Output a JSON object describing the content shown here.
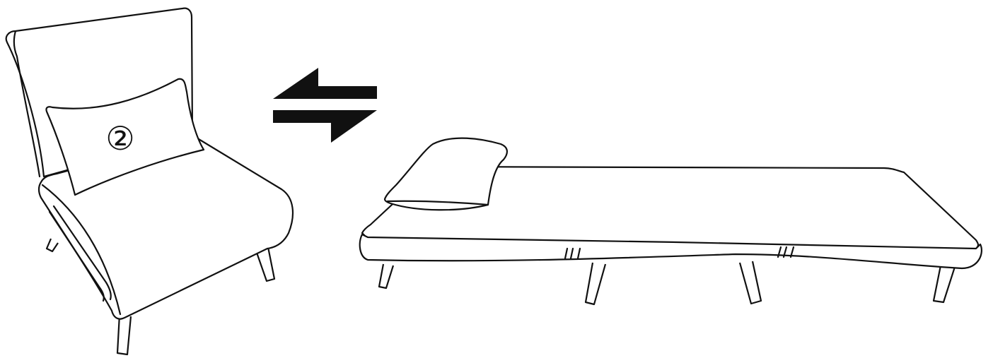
{
  "figure": {
    "callout_label": "②",
    "ink_color": "#111111",
    "background_color": "#ffffff",
    "objects": [
      {
        "name": "sofa-bed-chair-mode",
        "icon": "armchair-icon"
      },
      {
        "name": "conversion-arrows",
        "icon": "swap-arrows-icon"
      },
      {
        "name": "sofa-bed-bed-mode",
        "icon": "bed-icon"
      }
    ]
  }
}
